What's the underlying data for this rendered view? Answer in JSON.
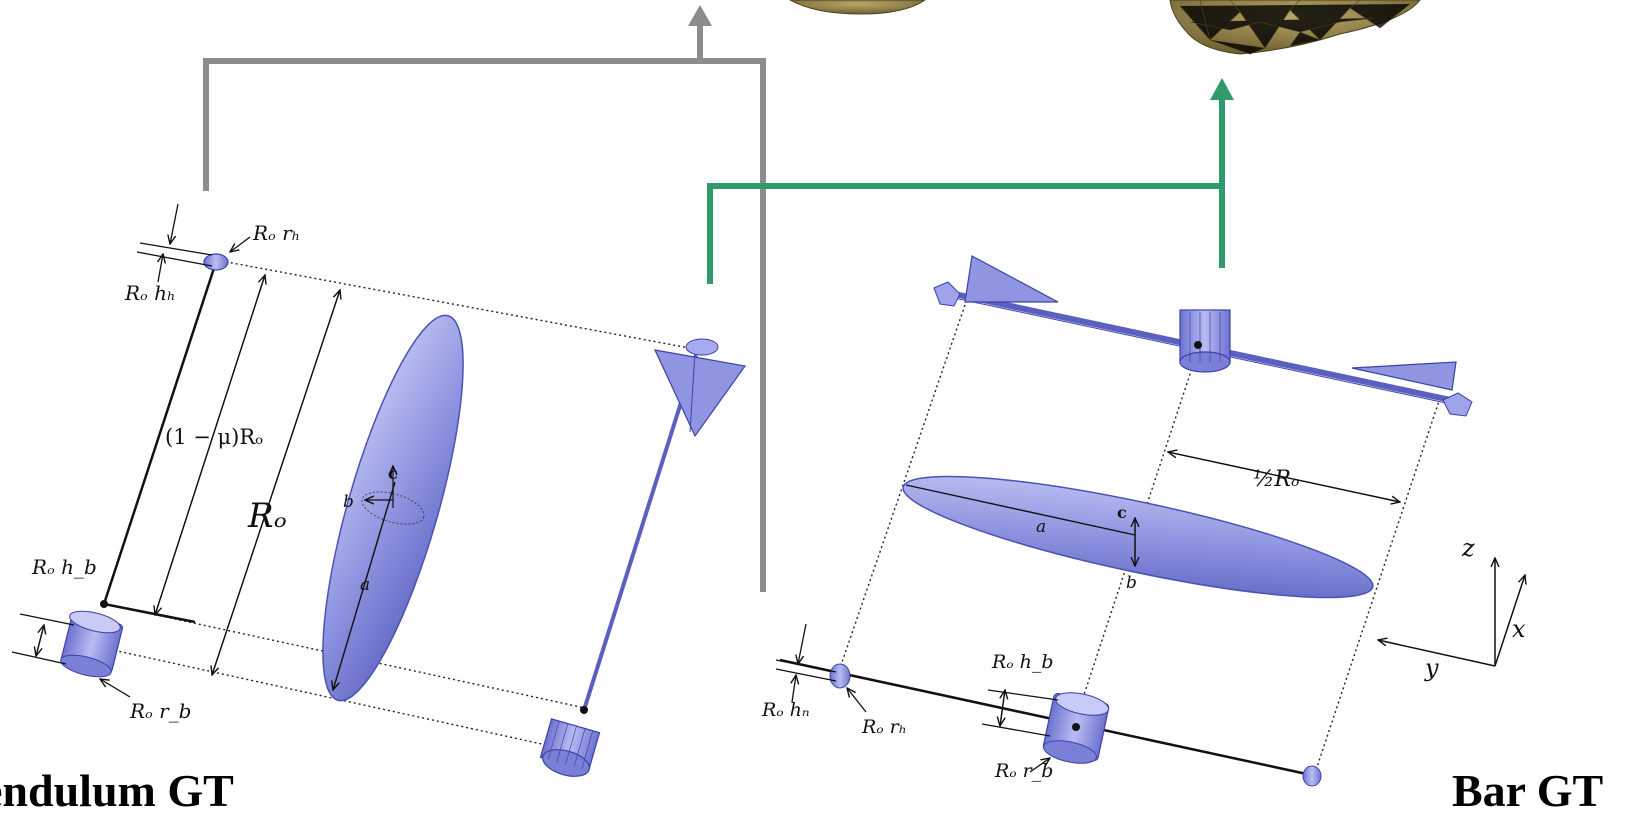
{
  "captions": {
    "left": "endulum GT",
    "right": "Bar GT"
  },
  "colors": {
    "gray_connector": "#8c8c8c",
    "green_connector": "#2f9a6a",
    "model_fill": "#9ea3ea",
    "model_edge": "#4c52b5",
    "mesh_fill": "#9c8a52"
  },
  "left_diagram": {
    "labels": {
      "ro_rh": "Rₒ rₕ",
      "ro_hh": "Rₒ hₕ",
      "one_minus_mu": "(1 − μ)Rₒ",
      "ro": "Rₒ",
      "ro_hb": "Rₒ h_b",
      "ro_rb": "Rₒ r_b",
      "a": "a",
      "b": "b",
      "c": "c"
    }
  },
  "right_diagram": {
    "labels": {
      "half_ro": "½Rₒ",
      "a": "a",
      "b": "b",
      "c": "c",
      "ro_hb": "Rₒ h_b",
      "ro_hn": "Rₒ hₙ",
      "ro_rh": "Rₒ rₕ",
      "ro_rb": "Rₒ r_b"
    }
  },
  "axes": {
    "z": "z",
    "x": "x",
    "y": "y"
  }
}
